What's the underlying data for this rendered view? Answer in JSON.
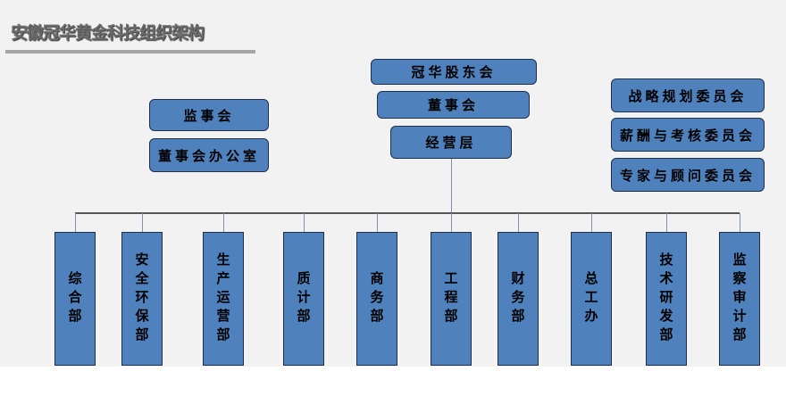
{
  "title": "安徽冠华黄金科技组织架构",
  "top_chain": [
    "冠华股东会",
    "董事会",
    "经营层"
  ],
  "left_boxes": [
    "监事会",
    "董事会办公室"
  ],
  "right_boxes": [
    "战略规划委员会",
    "薪酬与考核委员会",
    "专家与顾问委员会"
  ],
  "departments": [
    "综合部",
    "安全环保部",
    "生产运营部",
    "质计部",
    "商务部",
    "工程部",
    "财务部",
    "总工办",
    "技术研发部",
    "监察审计部"
  ],
  "colors": {
    "box_fill": "#4f81bd",
    "box_border": "#1f2f4a",
    "background": "#f2f2f2"
  }
}
